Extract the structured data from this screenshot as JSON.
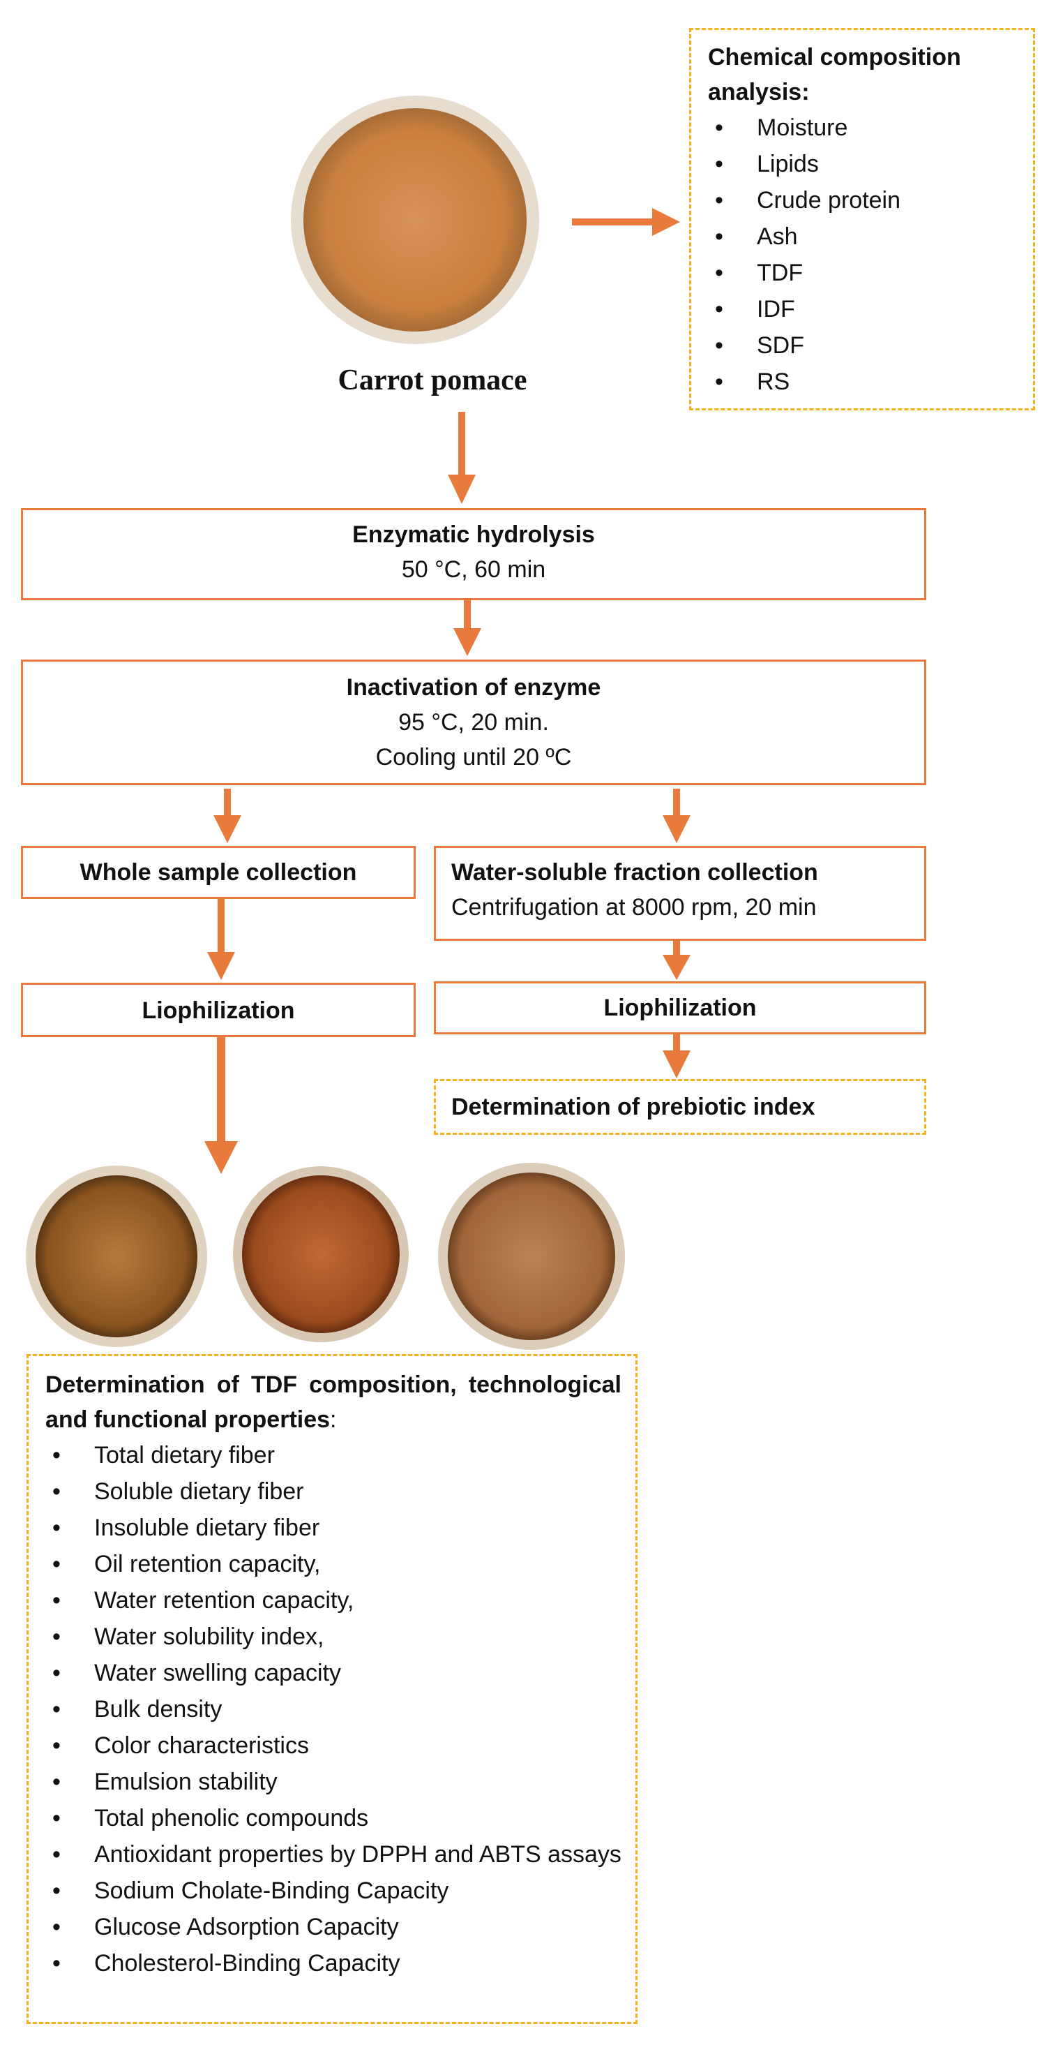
{
  "colors": {
    "accent": "#E87A3C",
    "dashed_border": "#F2B21B"
  },
  "source": {
    "label": "Carrot pomace",
    "image": "carrot-pomace-photo"
  },
  "composition": {
    "title": "Chemical composition analysis:",
    "items": [
      "Moisture",
      "Lipids",
      "Crude protein",
      "Ash",
      "TDF",
      "IDF",
      "SDF",
      "RS"
    ]
  },
  "hydrolysis": {
    "title": "Enzymatic hydrolysis",
    "detail": "50 °C, 60 min"
  },
  "inactivation": {
    "title": "Inactivation of enzyme",
    "detail1": "95 °C, 20 min.",
    "detail2": "Cooling until 20 ºC"
  },
  "whole": {
    "title": "Whole sample collection",
    "lyo": "Liophilization"
  },
  "soluble": {
    "title": "Water-soluble fraction collection",
    "detail": "Centrifugation at 8000 rpm, 20 min",
    "lyo": "Liophilization",
    "prebiotic": "Determination of prebiotic index"
  },
  "samples": [
    "sample-photo-1",
    "sample-photo-2",
    "sample-photo-3"
  ],
  "properties": {
    "title": "Determination of TDF composition, technological and functional properties",
    "title_suffix": ":",
    "items": [
      "Total dietary fiber",
      "Soluble dietary fiber",
      "Insoluble dietary fiber",
      "Oil retention capacity,",
      "Water retention capacity,",
      "Water solubility index,",
      "Water swelling capacity",
      "Bulk density",
      "Color characteristics",
      "Emulsion stability",
      "Total phenolic compounds",
      "Antioxidant properties by DPPH and ABTS assays",
      "Sodium Cholate-Binding Capacity",
      "Glucose Adsorption Capacity",
      "Cholesterol-Binding Capacity"
    ]
  }
}
